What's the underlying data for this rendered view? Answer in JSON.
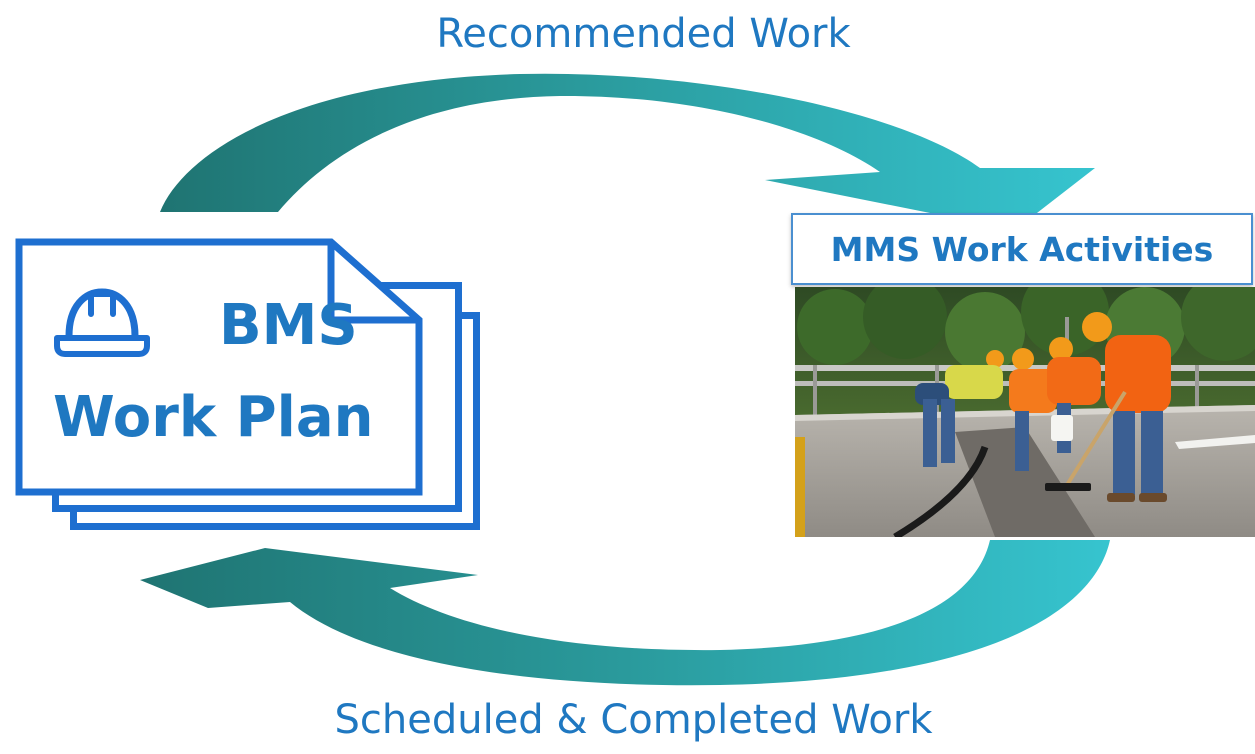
{
  "labels": {
    "top": "Recommended Work",
    "bottom": "Scheduled & Completed Work"
  },
  "bms": {
    "line1": "BMS",
    "line2": "Work Plan",
    "icon": "hard-hat-icon"
  },
  "mms": {
    "title": "MMS Work Activities",
    "photo": "bridge-deck-repair-crew-photo"
  },
  "colors": {
    "arrow_dark": "#1f7a78",
    "arrow_light": "#35c1cc",
    "text_blue": "#1f78c1",
    "doc_blue": "#1e6fd0"
  }
}
